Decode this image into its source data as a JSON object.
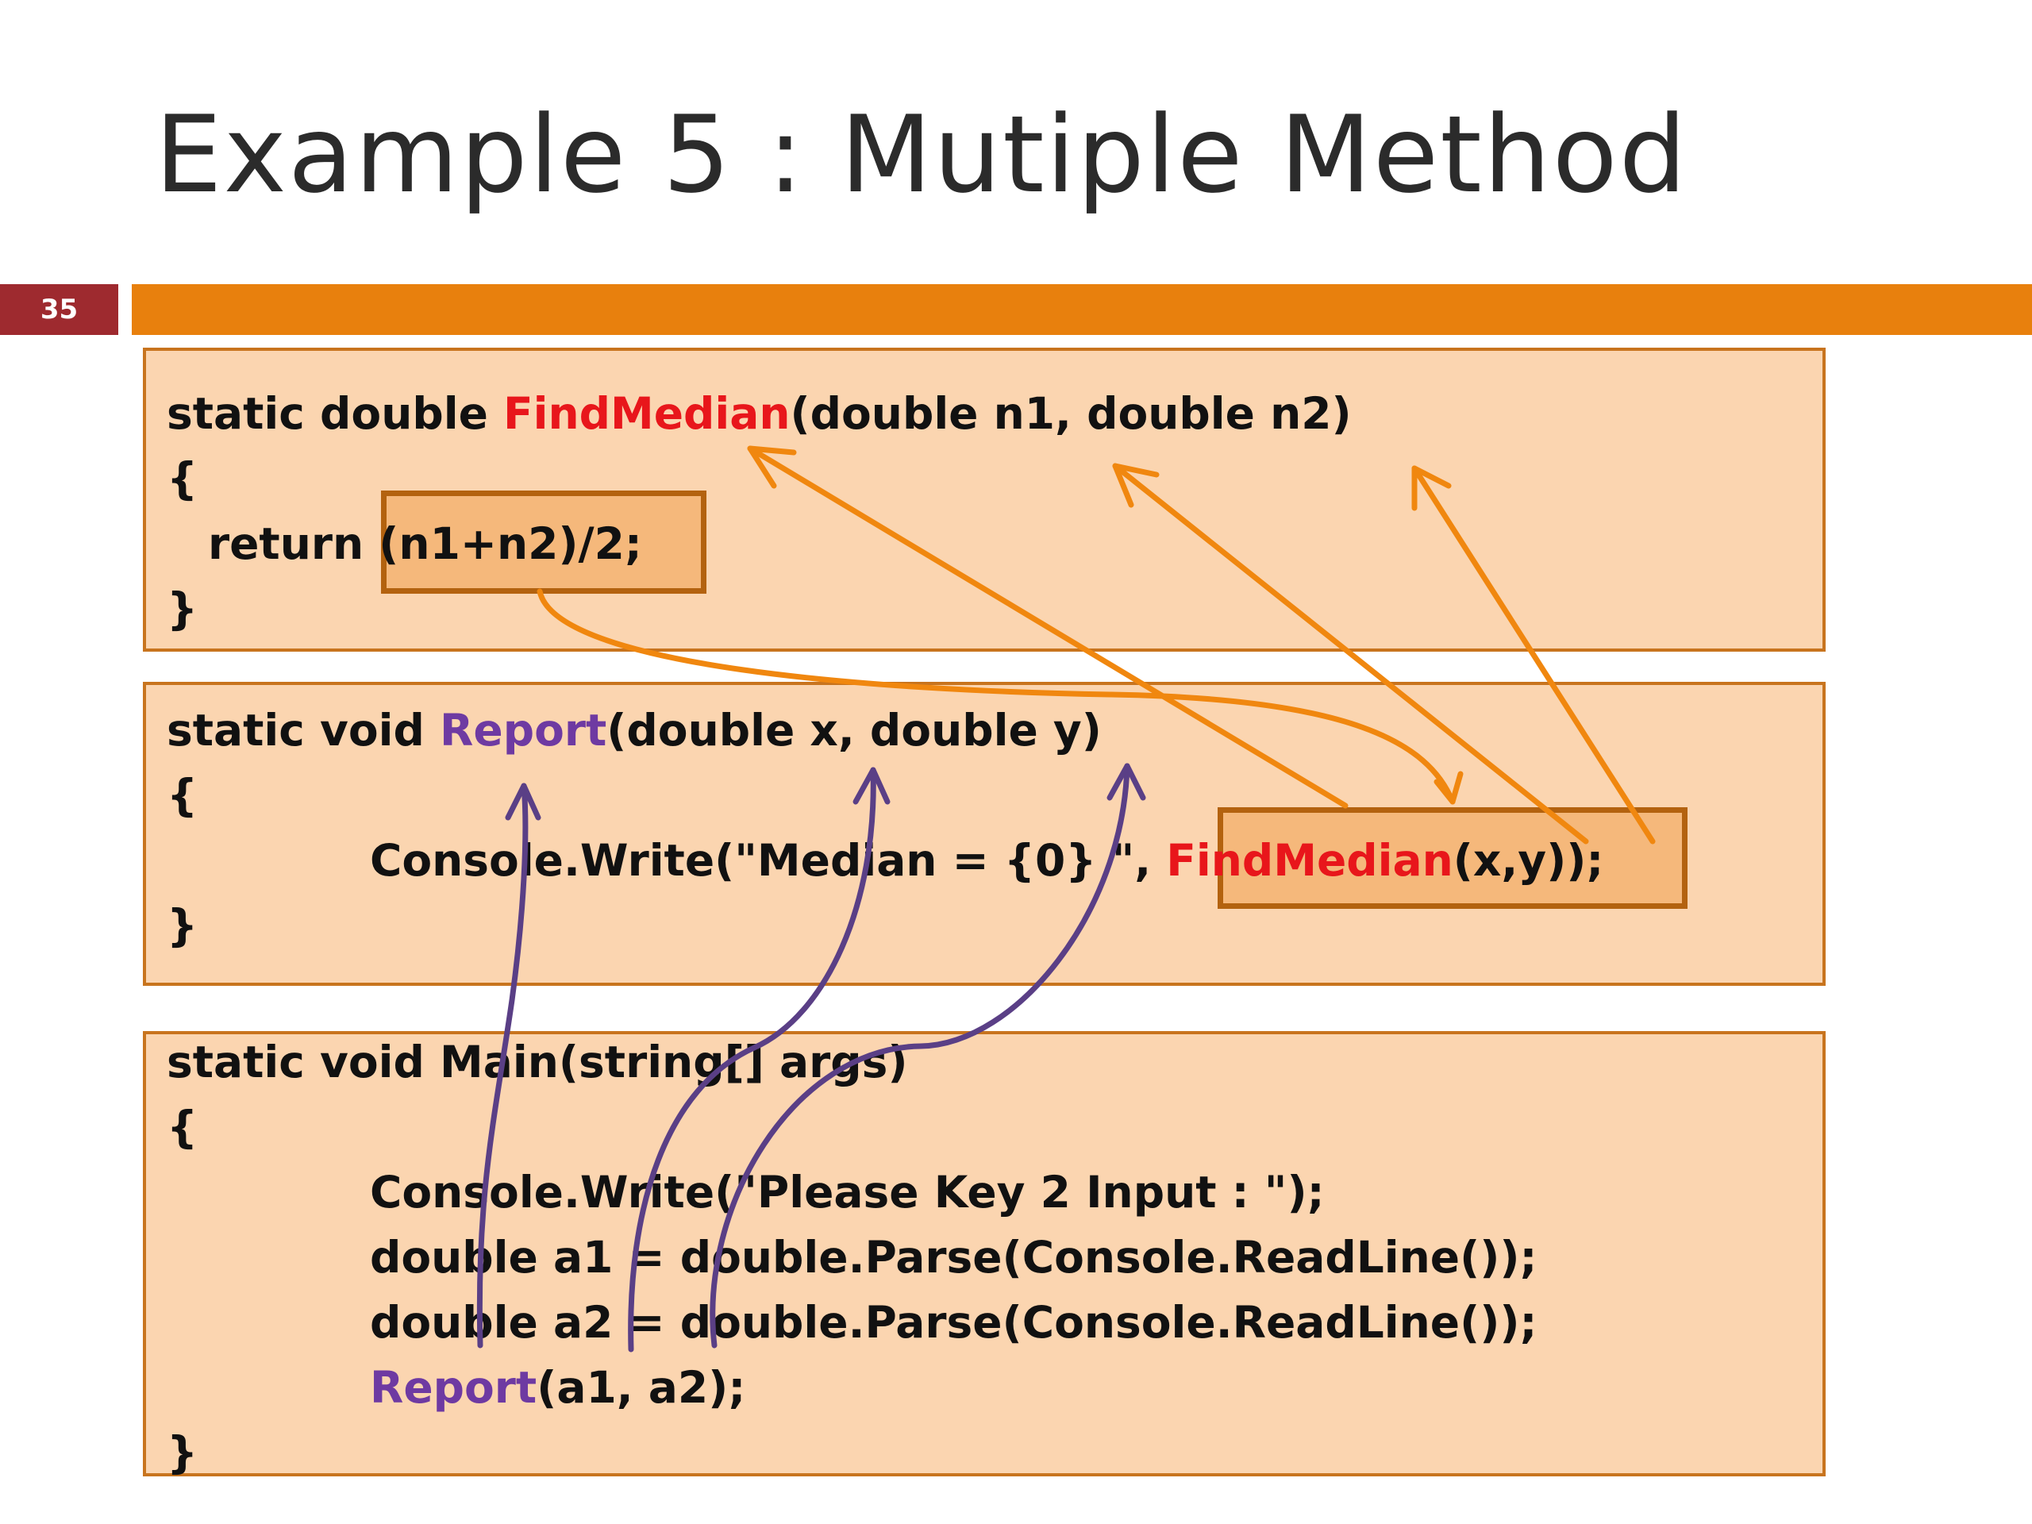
{
  "slide": {
    "title": "Example 5 : Mutiple Method",
    "number": "35"
  },
  "colors": {
    "accent_bar": "#e8800d",
    "number_bar": "#9e2a2f",
    "box_fill": "#fbd5b0",
    "box_border": "#c8741e",
    "call_arrow_orange": "#f0870f",
    "call_arrow_purple": "#5a3f86",
    "method_name_red": "#e8161b",
    "method_name_purple": "#6e3aa2"
  },
  "code": {
    "find_median": {
      "sig_start": "static double ",
      "name": "FindMedian",
      "sig_end": "(double n1, double n2)",
      "open": "{",
      "body": "return (n1+n2)/2;",
      "close": "}"
    },
    "report": {
      "sig_start": "static void ",
      "name": "Report",
      "sig_end": "(double x, double y)",
      "open": "{",
      "body_start": "Console.Write(\"Median = {0} \", ",
      "call_name": "FindMedian",
      "body_end": "(x,y));",
      "close": "}"
    },
    "main": {
      "sig": "static void Main(string[] args)",
      "open": "{",
      "line1": "Console.Write(\"Please Key 2 Input : \");",
      "line2": "double a1 = double.Parse(Console.ReadLine());",
      "line3": "double a2 = double.Parse(Console.ReadLine());",
      "call_name": "Report",
      "call_args": "(a1, a2);",
      "close": "}"
    }
  }
}
